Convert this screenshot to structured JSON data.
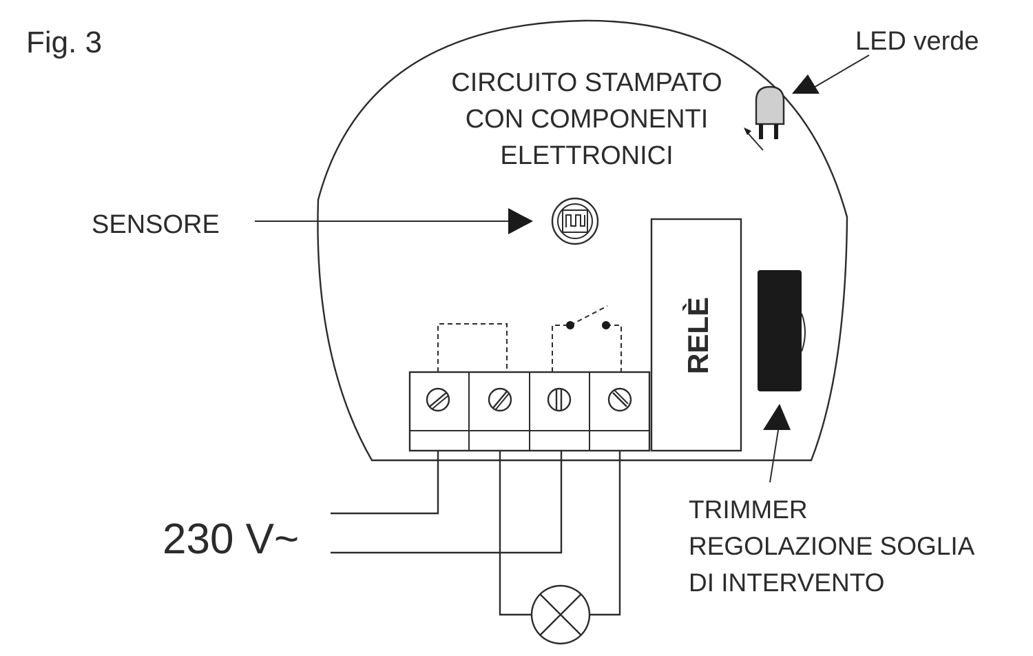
{
  "figure": {
    "label": "Fig. 3"
  },
  "labels": {
    "circuit": [
      "CIRCUITO STAMPATO",
      "CON COMPONENTI",
      "ELETTRONICI"
    ],
    "led": "LED verde",
    "sensor": "SENSORE",
    "relay": "RELÈ",
    "voltage": "230 V~",
    "trimmer": [
      "TRIMMER",
      "REGOLAZIONE SOGLIA",
      "DI INTERVENTO"
    ]
  },
  "colors": {
    "line": "#2b2b2b",
    "trimmer_body": "#1a1a1a",
    "led_body": "#cfcfcf"
  }
}
